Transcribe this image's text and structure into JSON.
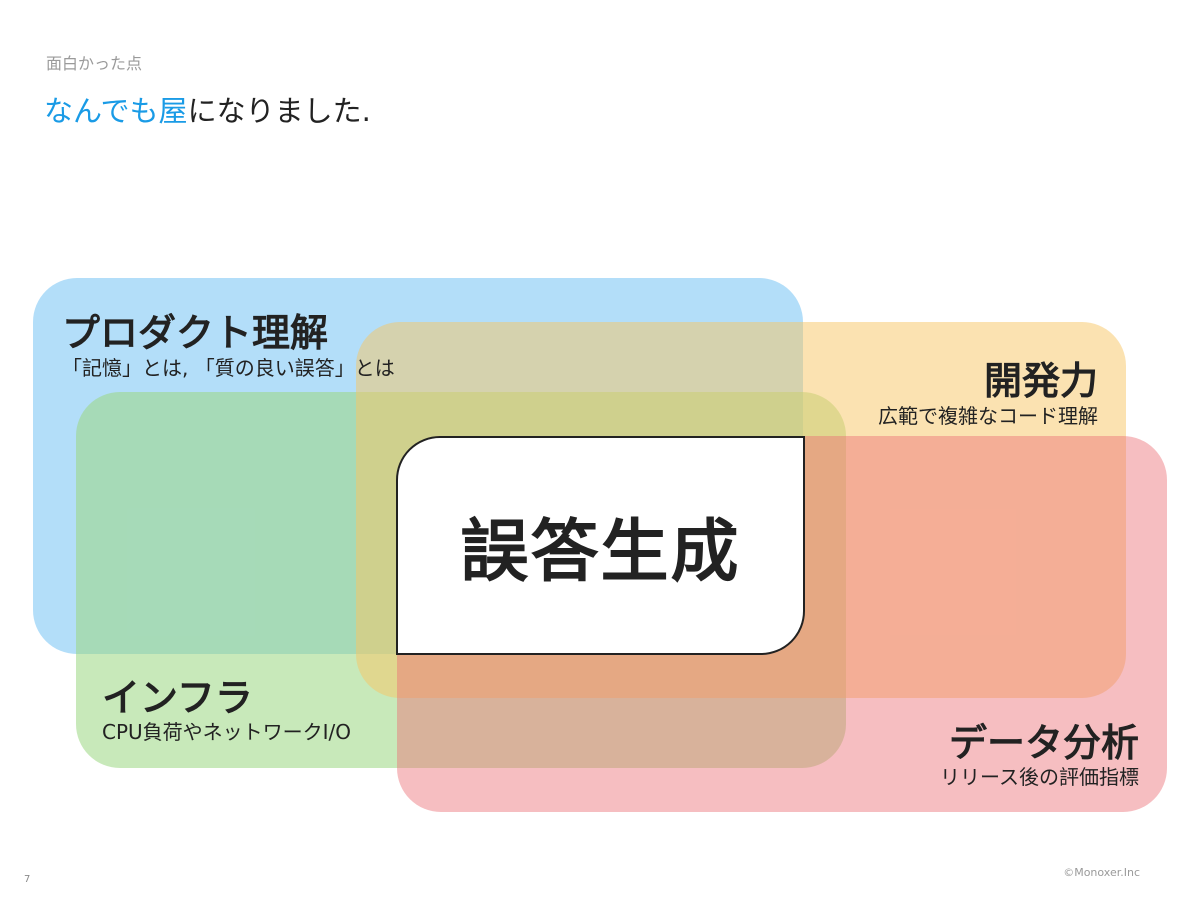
{
  "header": {
    "section_label": "面白かった点",
    "headline_accent": "なんでも屋",
    "headline_rest": "になりました."
  },
  "diagram": {
    "core_label": "誤答生成",
    "regions": {
      "product": {
        "title": "プロダクト理解",
        "subtitle": "「記憶」とは, 「質の良い誤答」とは",
        "color": "#81c8f5"
      },
      "infra": {
        "title": "インフラ",
        "subtitle": "CPU負荷やネットワークI/O",
        "color": "#9bd782"
      },
      "dev": {
        "title": "開発力",
        "subtitle": "広範で複雑なコード理解",
        "color": "#f8c664"
      },
      "data": {
        "title": "データ分析",
        "subtitle": "リリース後の評価指標",
        "color": "#ec6e76"
      }
    }
  },
  "footer": {
    "page_number": "7",
    "copyright": "©Monoxer.Inc"
  },
  "colors": {
    "accent": "#1a9be6",
    "text": "#222222"
  }
}
